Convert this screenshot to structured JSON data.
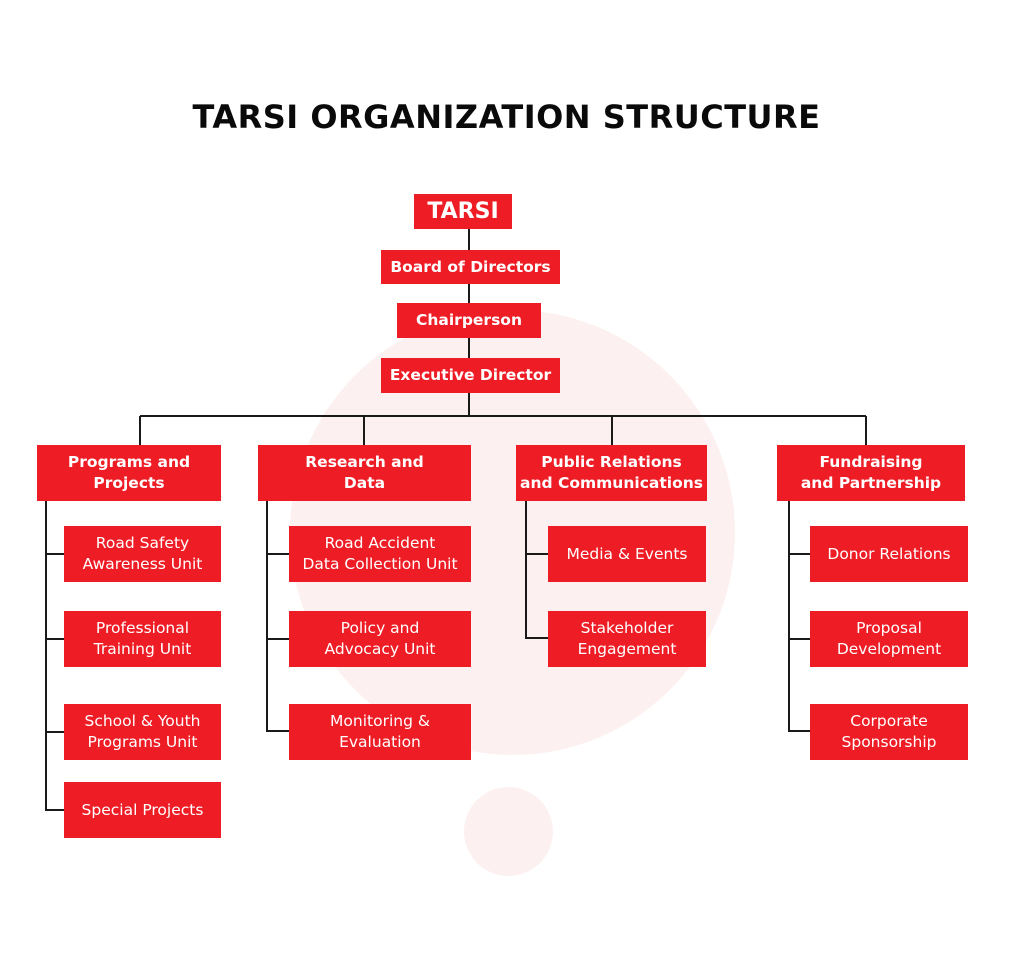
{
  "title": "TARSI ORGANIZATION STRUCTURE",
  "colors": {
    "box": "#ee1c25",
    "text": "#ffffff",
    "line": "#1a1a1a",
    "background_circle": "#fdf0f0"
  },
  "chain": {
    "root": "TARSI",
    "board": "Board of Directors",
    "chair": "Chairperson",
    "exec": "Executive Director"
  },
  "departments": [
    {
      "name": "Programs and\nProjects",
      "units": [
        "Road Safety\nAwareness Unit",
        "Professional\nTraining Unit",
        "School & Youth\nPrograms Unit",
        "Special Projects"
      ]
    },
    {
      "name": "Research and\nData",
      "units": [
        "Road Accident\nData Collection Unit",
        "Policy and\nAdvocacy Unit",
        "Monitoring &\nEvaluation"
      ]
    },
    {
      "name": "Public Relations\nand Communications",
      "units": [
        "Media & Events",
        "Stakeholder\nEngagement"
      ]
    },
    {
      "name": "Fundraising\nand Partnership",
      "units": [
        "Donor Relations",
        "Proposal\nDevelopment",
        "Corporate\nSponsorship"
      ]
    }
  ]
}
